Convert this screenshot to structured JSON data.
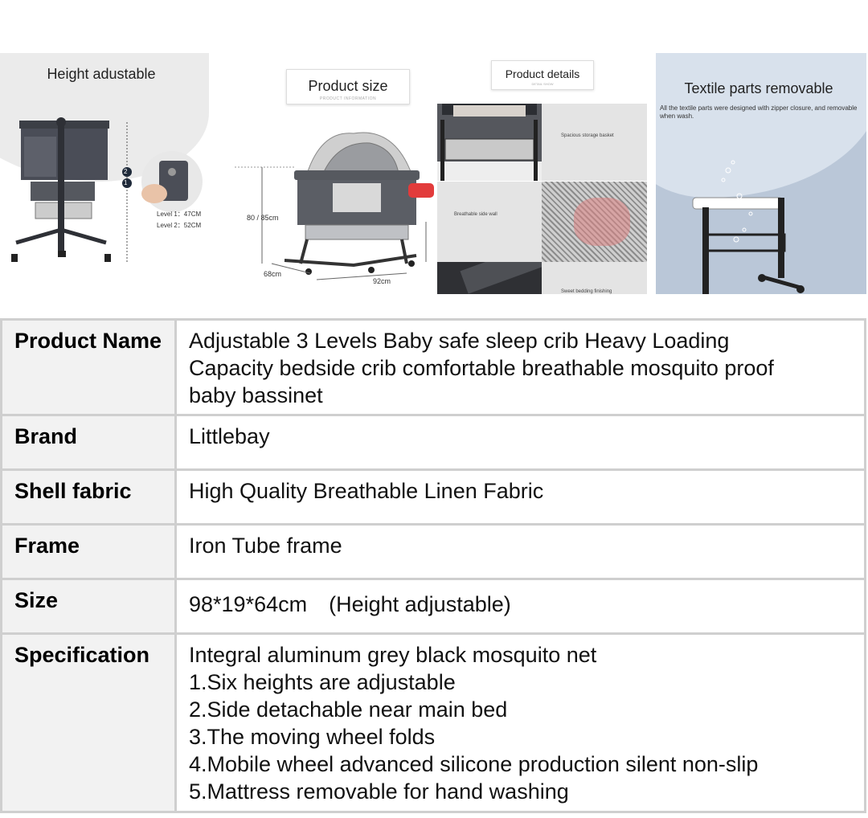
{
  "gallery": {
    "panel1": {
      "title": "Height adustable",
      "badges": [
        "2",
        "1"
      ],
      "levels": [
        "Level 1：47CM",
        "Level 2：52CM"
      ]
    },
    "panel2": {
      "title": "Product size",
      "subtitle": "PRODUCT INFORMATION",
      "height_label": "80 / 85cm",
      "depth_label": "68cm",
      "width_label": "92cm"
    },
    "panel3": {
      "title": "Product details",
      "subtitle": "DETAIL SHOW",
      "label_basket": "Spacious storage basket",
      "label_wall": "Breathable side wall",
      "label_bottom": "Sweet bedding finishing"
    },
    "panel4": {
      "title": "Textile parts removable",
      "description": "All the textile parts were designed with zipper closure, and removable when wash."
    }
  },
  "specs": [
    {
      "key": "Product Name",
      "lines": [
        "Adjustable 3 Levels Baby safe sleep crib Heavy Loading",
        "Capacity bedside crib comfortable breathable mosquito proof",
        "baby bassinet"
      ]
    },
    {
      "key": "Brand",
      "lines": [
        "Littlebay"
      ]
    },
    {
      "key": "Shell fabric",
      "lines": [
        "High Quality Breathable Linen Fabric"
      ]
    },
    {
      "key": "Frame",
      "lines": [
        "Iron Tube frame"
      ]
    },
    {
      "key": "Size",
      "lines": [
        "98*19*64cm　(Height adjustable)"
      ]
    },
    {
      "key": "Specification",
      "lines": [
        "Integral aluminum grey black mosquito net",
        "1.Six heights are adjustable",
        "2.Side detachable near main bed",
        "3.The moving wheel folds",
        "4.Mobile wheel advanced silicone production silent non-slip",
        "5.Mattress removable for hand washing"
      ]
    }
  ],
  "colors": {
    "key_bg": "#f2f2f2",
    "border": "#cfcfcf",
    "panel4_bg": "#bac7d8"
  }
}
